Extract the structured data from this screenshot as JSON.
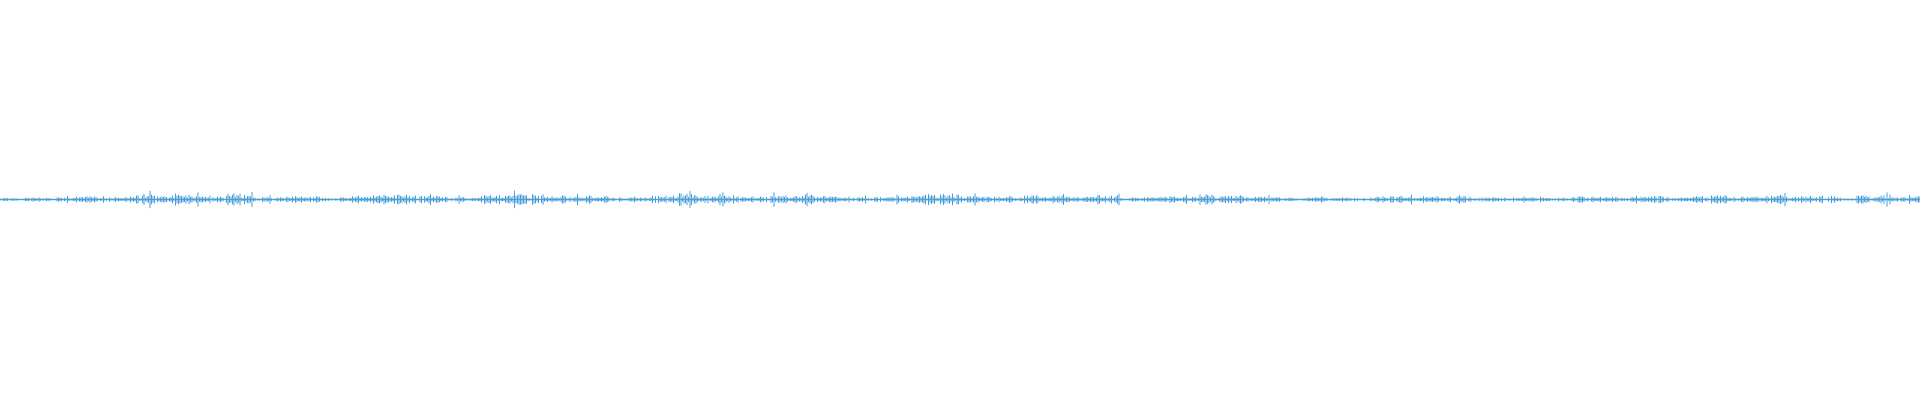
{
  "waveform": {
    "color": "#4a9fd8",
    "background": "#ffffff",
    "seed": 17,
    "amplitude_profile": [
      0.25,
      0.35,
      0.55,
      0.4,
      0.7,
      0.85,
      0.6,
      0.9,
      0.45,
      0.5,
      0.3,
      0.65,
      0.75,
      0.55,
      0.4,
      0.7,
      0.8,
      0.5,
      0.6,
      0.35,
      0.55,
      0.85,
      0.65,
      0.45,
      0.6,
      0.7,
      0.5,
      0.4,
      0.55,
      0.9,
      0.6,
      0.45,
      0.7,
      0.55,
      0.65,
      0.4,
      0.5,
      0.75,
      0.6,
      0.55,
      0.35,
      0.45,
      0.3,
      0.55,
      0.4,
      0.6,
      0.35,
      0.45,
      0.3,
      0.5,
      0.4,
      0.55,
      0.35,
      0.6,
      0.45,
      0.7,
      0.55,
      0.4,
      0.65,
      0.5
    ]
  }
}
